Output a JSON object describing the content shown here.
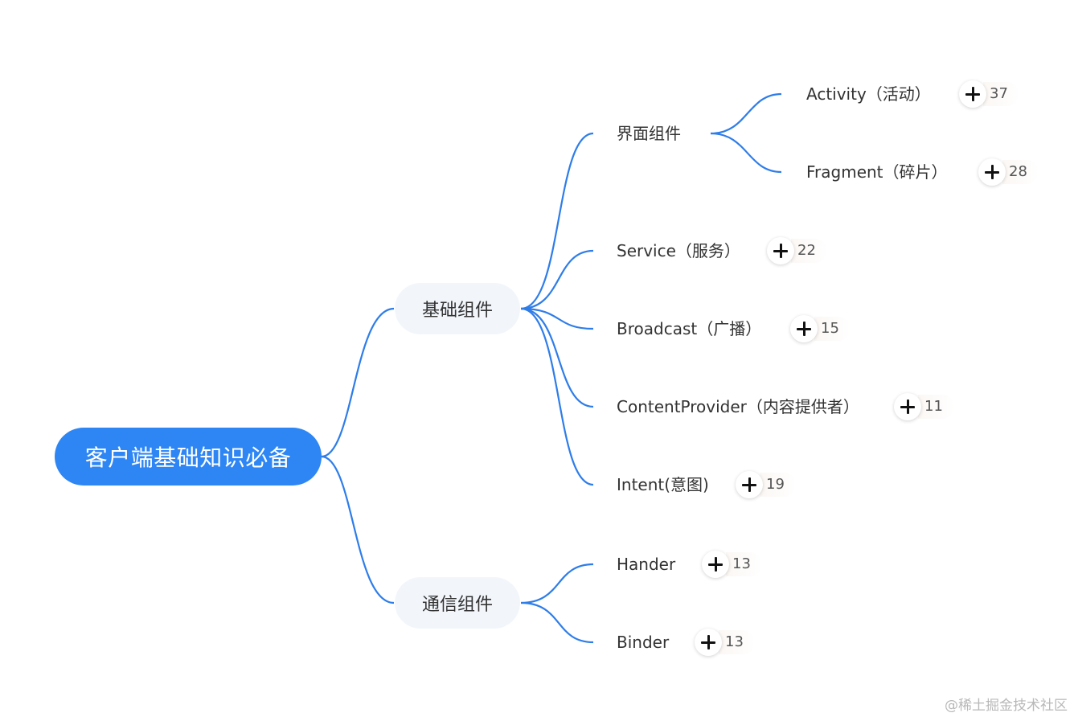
{
  "mindmap": {
    "root": {
      "label": "客户端基础知识必备"
    },
    "branches": [
      {
        "label": "基础组件",
        "children": [
          {
            "label": "界面组件",
            "children": [
              {
                "label": "Activity（活动）",
                "count": "37"
              },
              {
                "label": "Fragment（碎片）",
                "count": "28"
              }
            ]
          },
          {
            "label": "Service（服务）",
            "count": "22"
          },
          {
            "label": "Broadcast（广播）",
            "count": "15"
          },
          {
            "label": "ContentProvider（内容提供者）",
            "count": "11"
          },
          {
            "label": "Intent(意图)",
            "count": "19"
          }
        ]
      },
      {
        "label": "通信组件",
        "children": [
          {
            "label": "Hander",
            "count": "13"
          },
          {
            "label": "Binder",
            "count": "13"
          }
        ]
      }
    ]
  },
  "watermark": "@稀土掘金技术社区",
  "colors": {
    "edge": "#2e7de9",
    "root_bg": "#2e86f5",
    "branch_bg": "#f2f6fb"
  }
}
